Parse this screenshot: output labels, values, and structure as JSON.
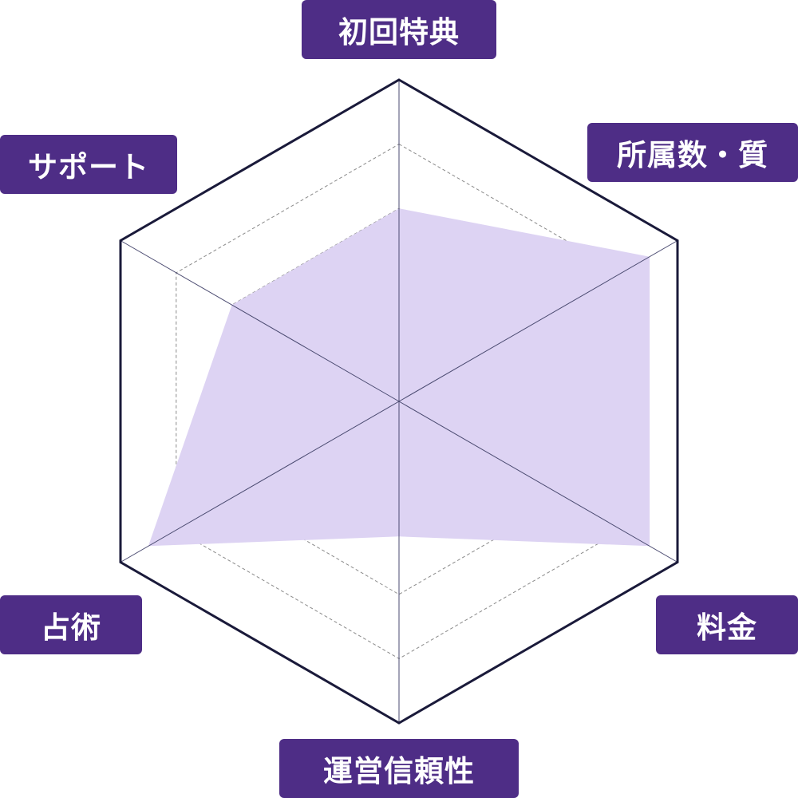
{
  "chart_data": {
    "type": "radar",
    "axes": [
      "初回特典",
      "所属数・質",
      "料金",
      "運営信頼性",
      "占術",
      "サポート"
    ],
    "values": [
      3,
      4.5,
      4.5,
      2.1,
      4.5,
      3
    ],
    "max": 5,
    "levels": 5,
    "title": ""
  },
  "colors": {
    "label_bg": "#4e2d86",
    "label_text": "#ffffff",
    "fill": "#ddd3f3",
    "outline": "#1a1a3a",
    "spoke": "#4a4a70",
    "grid": "#8a8a8a"
  }
}
